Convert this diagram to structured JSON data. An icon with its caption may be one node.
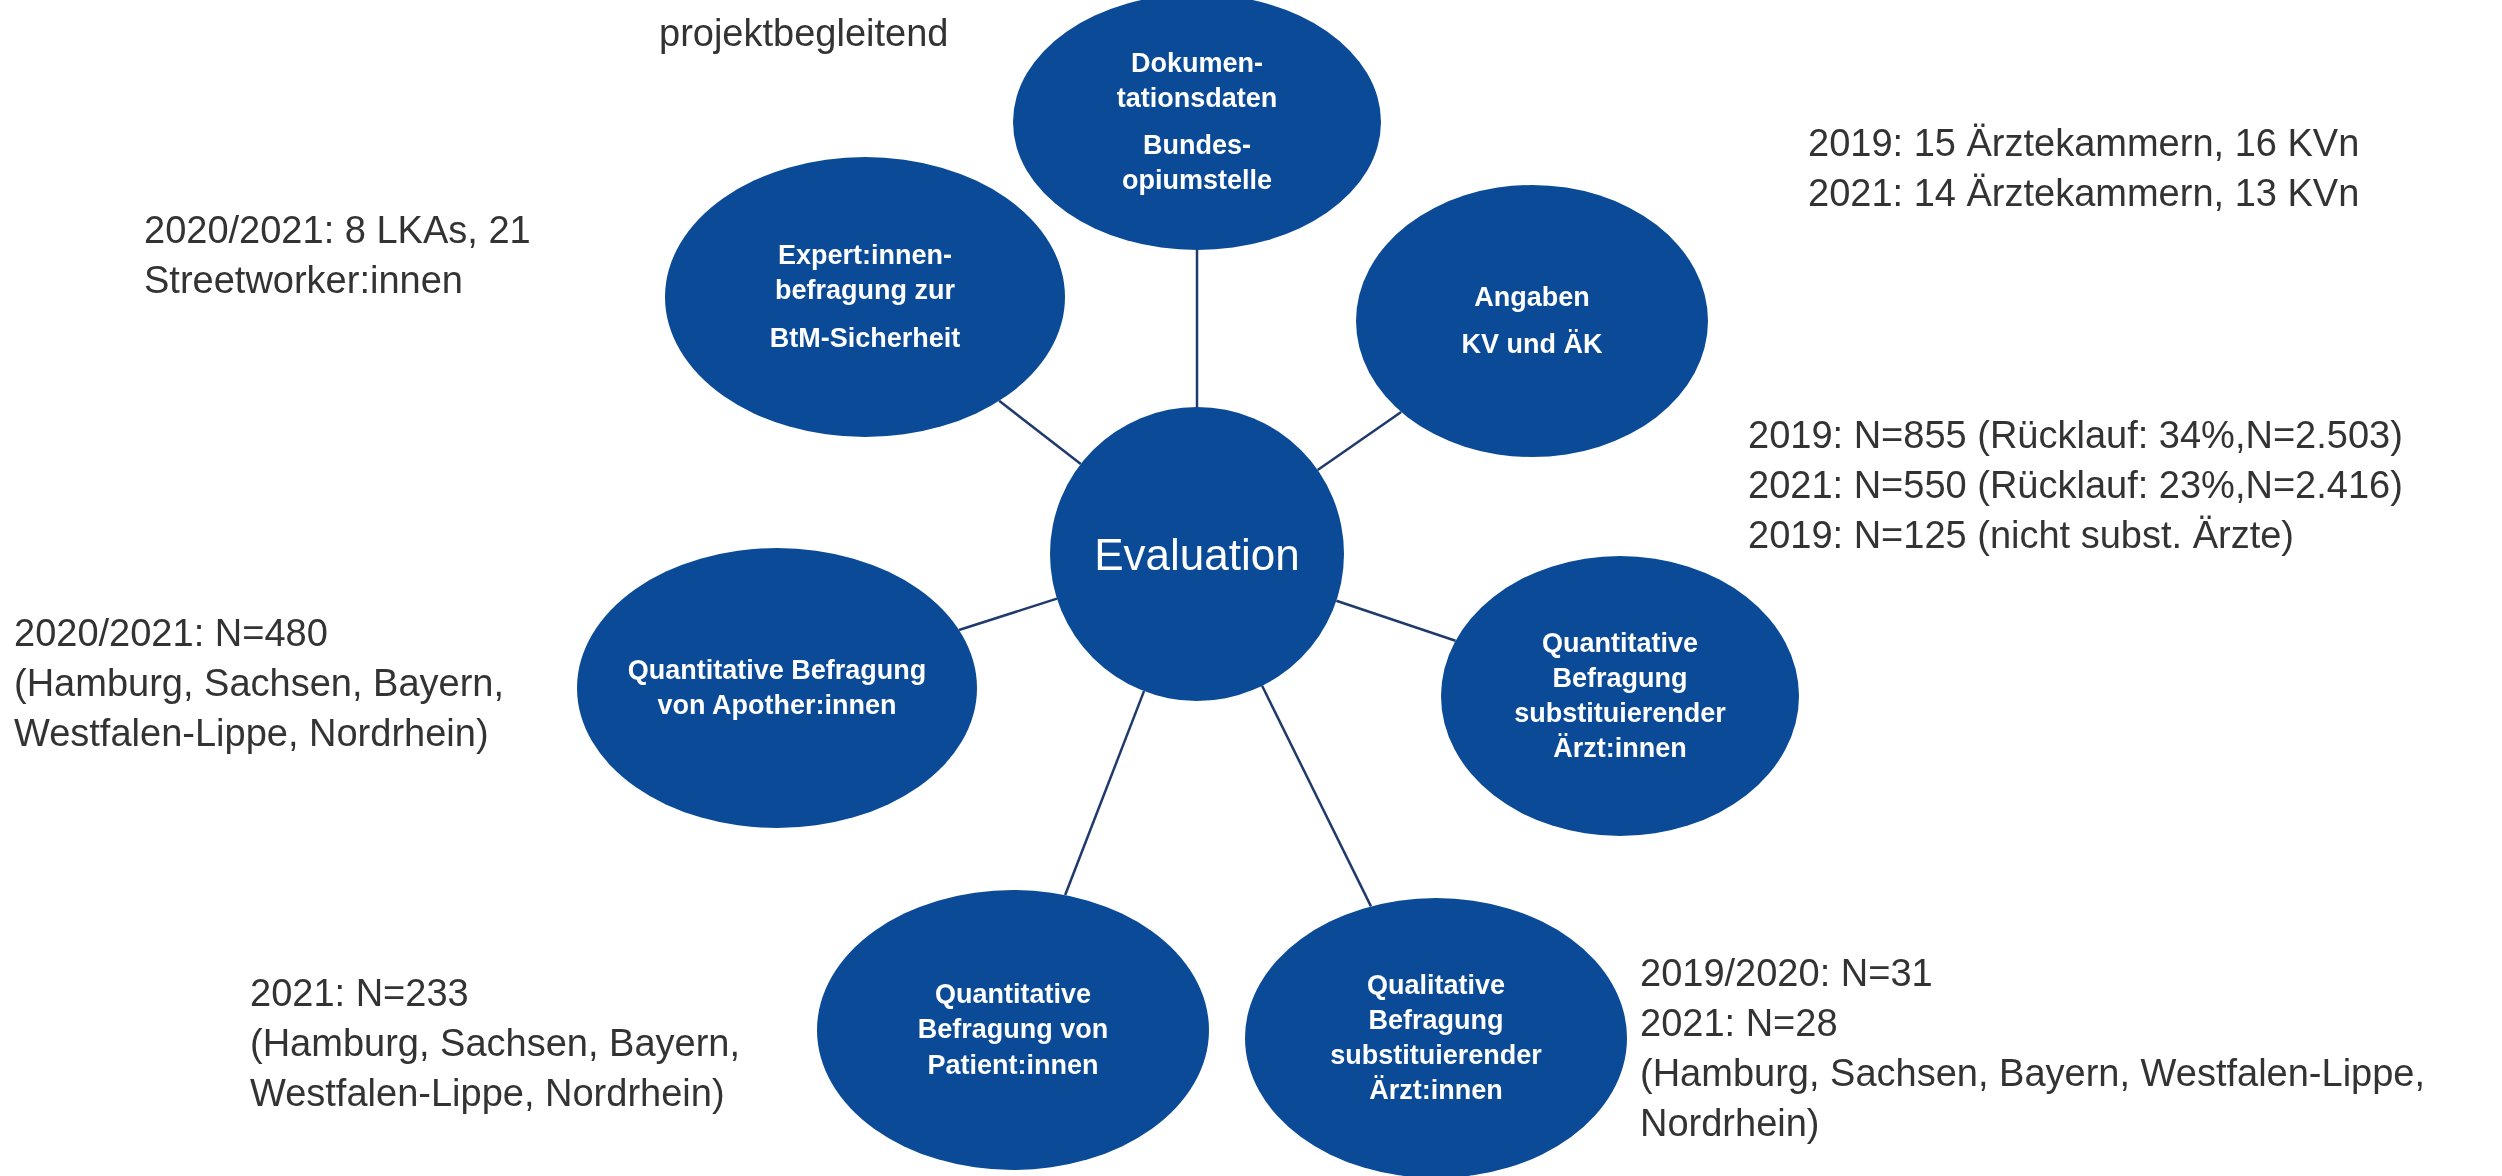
{
  "diagram": {
    "nodes": [
      {
        "text": [
          "Dokumen- tationsdaten",
          "Bundes- opiumstelle"
        ],
        "beside": [
          "projektbegleitend"
        ]
      },
      {
        "text": [
          "Expert:innen- befragung zur",
          "BtM-Sicherheit"
        ],
        "beside": [
          "2020/2021: 8 LKAs, 21 Streetworker:innen"
        ]
      },
      {
        "text": [
          "Angaben",
          "KV und ÄK"
        ],
        "beside": [
          "2019: 15 Ärztekammern, 16 KVn",
          "2021: 14 Ärztekammern, 13 KVn"
        ]
      },
      {
        "text": [
          "Evaluation"
        ]
      },
      {
        "text": [
          "Quantitative Befragung von Apother:innen"
        ],
        "beside": [
          "2020/2021: N=480",
          "(Hamburg, Sachsen, Bayern, Westfalen-Lippe, Nordrhein)"
        ]
      },
      {
        "text": [
          "Quantitative Befragung substituierender Ärzt:innen"
        ],
        "beside": [
          "2019: N=855 (Rücklauf: 34%,N=2.503)",
          "2021: N=550 (Rücklauf: 23%,N=2.416)",
          "2019: N=125 (nicht subst. Ärzte)"
        ]
      },
      {
        "text": [
          "Quantitative Befragung von Patient:innen"
        ],
        "beside": [
          "2021: N=233",
          "(Hamburg, Sachsen, Bayern, Westfalen-Lippe, Nordrhein)"
        ]
      },
      {
        "text": [
          "Qualitative Befragung substituierender Ärzt:innen"
        ],
        "beside": [
          "2019/2020: N=31",
          "2021: N=28",
          "(Hamburg, Sachsen, Bayern, Westfalen-Lippe, Nordrhein)"
        ]
      }
    ],
    "edges": [
      {
        "from": 3,
        "to": 0,
        "arrow": "none"
      },
      {
        "from": 3,
        "to": 1,
        "arrow": "none"
      },
      {
        "from": 3,
        "to": 2,
        "arrow": "none"
      },
      {
        "from": 3,
        "to": 4,
        "arrow": "none"
      },
      {
        "from": 3,
        "to": 5,
        "arrow": "none"
      },
      {
        "from": 3,
        "to": 6,
        "arrow": "none"
      },
      {
        "from": 3,
        "to": 7,
        "arrow": "none"
      }
    ]
  }
}
